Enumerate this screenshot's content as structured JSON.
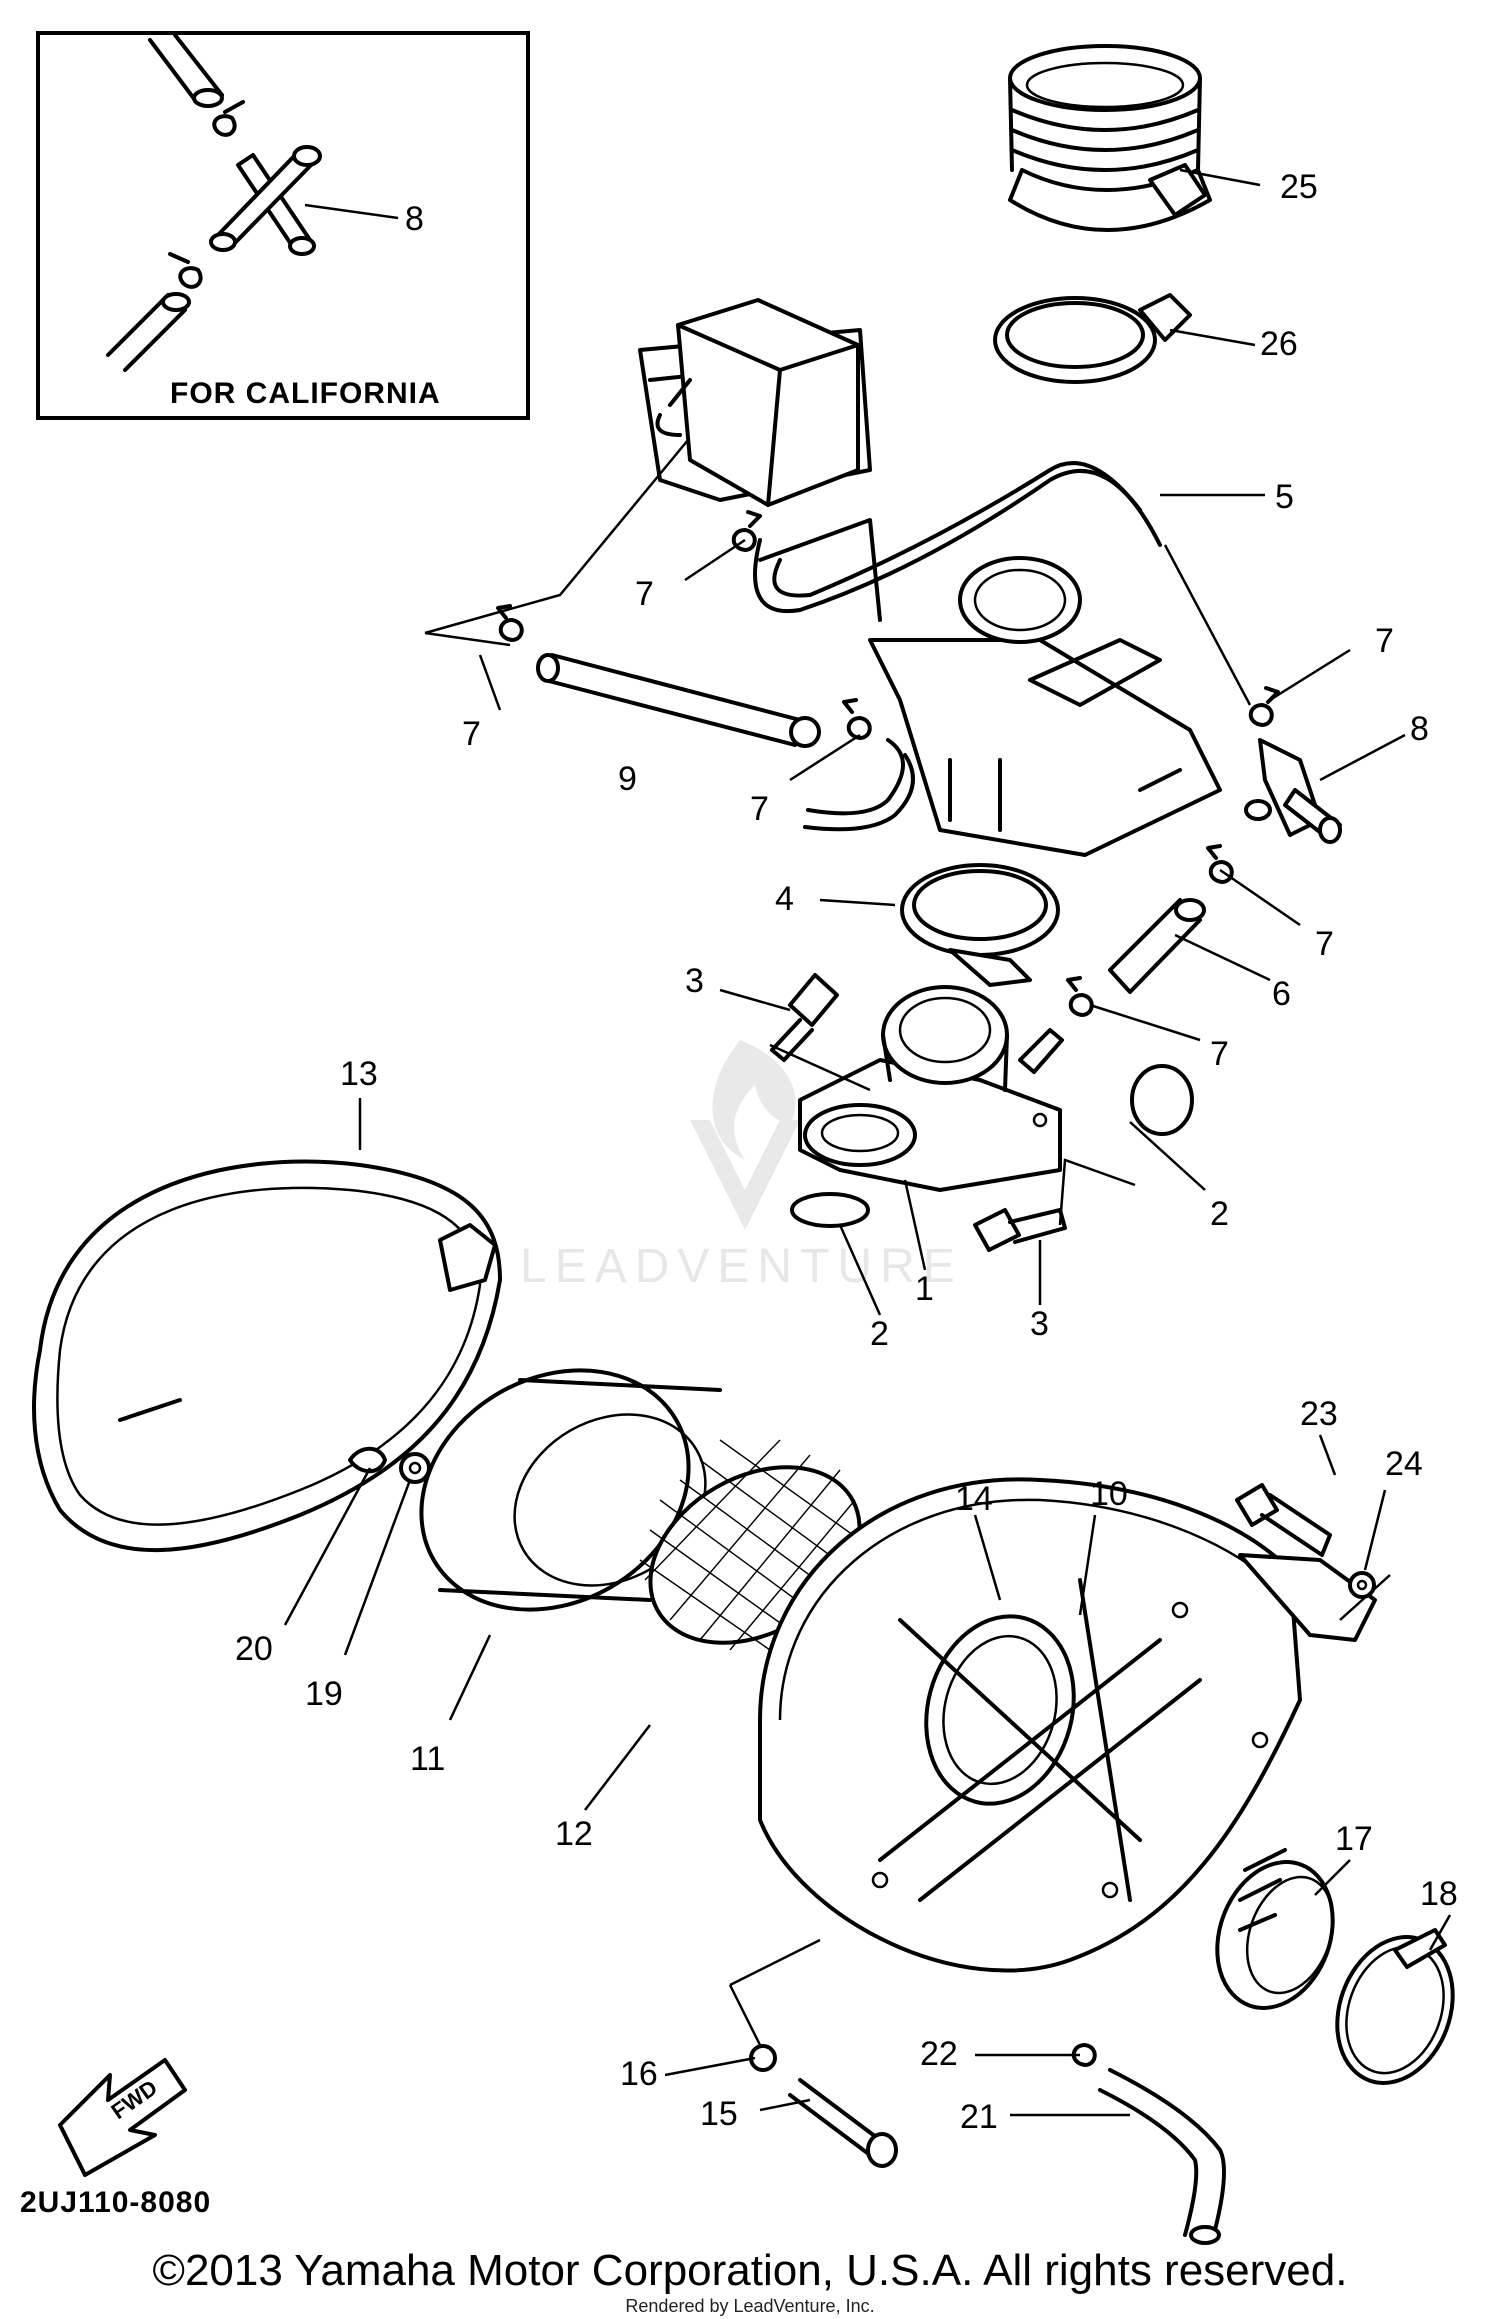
{
  "inset": {
    "caption": "FOR CALIFORNIA",
    "part": "8"
  },
  "callouts": [
    {
      "id": "c25",
      "text": "25"
    },
    {
      "id": "c26",
      "text": "26"
    },
    {
      "id": "c5",
      "text": "5"
    },
    {
      "id": "c7a",
      "text": "7"
    },
    {
      "id": "c7b",
      "text": "7"
    },
    {
      "id": "c7c",
      "text": "7"
    },
    {
      "id": "c7d",
      "text": "7"
    },
    {
      "id": "c7e",
      "text": "7"
    },
    {
      "id": "c7f",
      "text": "7"
    },
    {
      "id": "c8",
      "text": "8"
    },
    {
      "id": "c9",
      "text": "9"
    },
    {
      "id": "c4",
      "text": "4"
    },
    {
      "id": "c3a",
      "text": "3"
    },
    {
      "id": "c6",
      "text": "6"
    },
    {
      "id": "c13",
      "text": "13"
    },
    {
      "id": "c2a",
      "text": "2"
    },
    {
      "id": "c1",
      "text": "1"
    },
    {
      "id": "c3b",
      "text": "3"
    },
    {
      "id": "c2b",
      "text": "2"
    },
    {
      "id": "c23",
      "text": "23"
    },
    {
      "id": "c24",
      "text": "24"
    },
    {
      "id": "c14",
      "text": "14"
    },
    {
      "id": "c10",
      "text": "10"
    },
    {
      "id": "c20",
      "text": "20"
    },
    {
      "id": "c19",
      "text": "19"
    },
    {
      "id": "c11",
      "text": "11"
    },
    {
      "id": "c12",
      "text": "12"
    },
    {
      "id": "c17",
      "text": "17"
    },
    {
      "id": "c18",
      "text": "18"
    },
    {
      "id": "c16",
      "text": "16"
    },
    {
      "id": "c22",
      "text": "22"
    },
    {
      "id": "c15",
      "text": "15"
    },
    {
      "id": "c21",
      "text": "21"
    }
  ],
  "fwd_label": "FWD",
  "diagram_code": "2UJ110-8080",
  "watermark": "LEADVENTURE",
  "copyright": "©2013 Yamaha Motor Corporation, U.S.A. All rights reserved.",
  "rendered_by": "Rendered by LeadVenture, Inc."
}
